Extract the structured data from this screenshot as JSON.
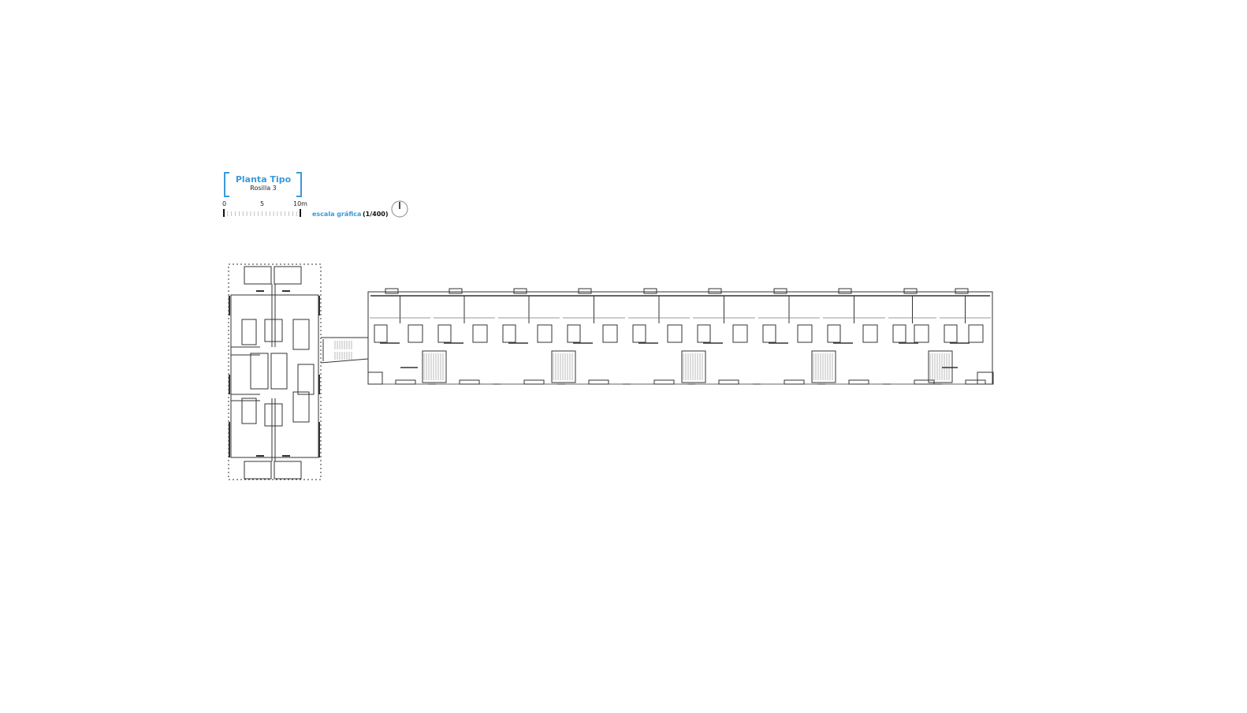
{
  "title_block": {
    "title": "Planta Tipo",
    "subtitle": "Rosilla 3",
    "accent_color": "#3a9ad9"
  },
  "scale_bar": {
    "labels": [
      "0",
      "5",
      "10m"
    ],
    "caption": "escala gráfica",
    "ratio": "(1/400)"
  },
  "north_arrow": {
    "icon": "north-arrow-icon"
  }
}
